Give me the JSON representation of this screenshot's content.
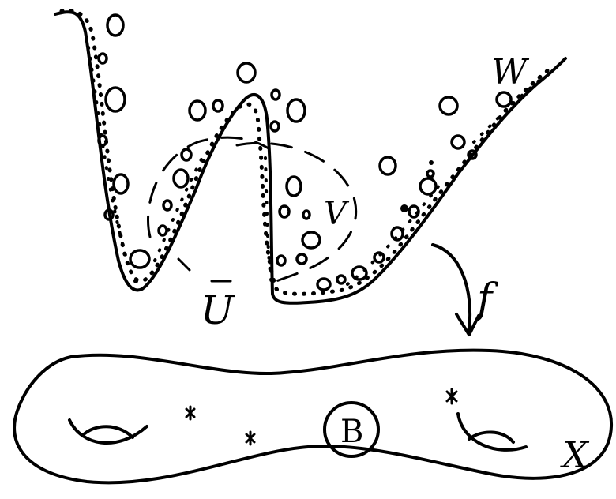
{
  "labels": {
    "w": "W",
    "v": "V",
    "u": "U",
    "f": "f",
    "b": "B",
    "x": "X"
  }
}
